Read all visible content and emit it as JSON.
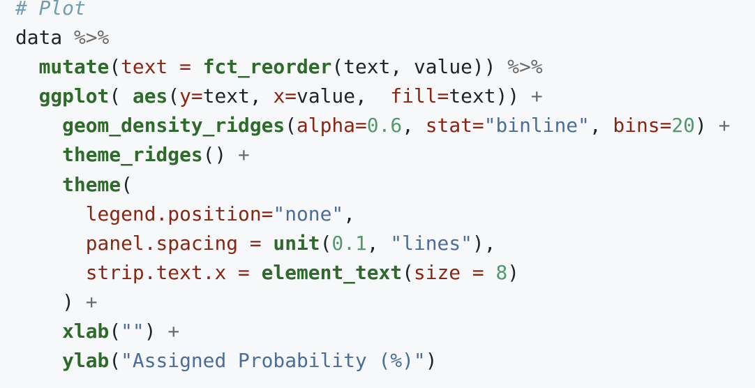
{
  "code": {
    "lines": [
      [
        [
          "com",
          "# Plot"
        ]
      ],
      [
        [
          "txt",
          "data "
        ],
        [
          "op",
          "%>%"
        ]
      ],
      [
        [
          "txt",
          "  "
        ],
        [
          "fn",
          "mutate"
        ],
        [
          "txt",
          "("
        ],
        [
          "arg",
          "text = "
        ],
        [
          "fn",
          "fct_reorder"
        ],
        [
          "txt",
          "(text, value)) "
        ],
        [
          "op",
          "%>%"
        ]
      ],
      [
        [
          "txt",
          "  "
        ],
        [
          "fn",
          "ggplot"
        ],
        [
          "txt",
          "( "
        ],
        [
          "fn",
          "aes"
        ],
        [
          "txt",
          "("
        ],
        [
          "arg",
          "y="
        ],
        [
          "txt",
          "text, "
        ],
        [
          "arg",
          "x="
        ],
        [
          "txt",
          "value,  "
        ],
        [
          "arg",
          "fill="
        ],
        [
          "txt",
          "text)) "
        ],
        [
          "op",
          "+"
        ]
      ],
      [
        [
          "txt",
          "    "
        ],
        [
          "fn",
          "geom_density_ridges"
        ],
        [
          "txt",
          "("
        ],
        [
          "arg",
          "alpha="
        ],
        [
          "num",
          "0.6"
        ],
        [
          "txt",
          ", "
        ],
        [
          "arg",
          "stat="
        ],
        [
          "str",
          "\"binline\""
        ],
        [
          "txt",
          ", "
        ],
        [
          "arg",
          "bins="
        ],
        [
          "num",
          "20"
        ],
        [
          "txt",
          ") "
        ],
        [
          "op",
          "+"
        ]
      ],
      [
        [
          "txt",
          "    "
        ],
        [
          "fn",
          "theme_ridges"
        ],
        [
          "txt",
          "() "
        ],
        [
          "op",
          "+"
        ]
      ],
      [
        [
          "txt",
          "    "
        ],
        [
          "fn",
          "theme"
        ],
        [
          "txt",
          "("
        ]
      ],
      [
        [
          "txt",
          "      "
        ],
        [
          "arg",
          "legend.position="
        ],
        [
          "str",
          "\"none\""
        ],
        [
          "txt",
          ","
        ]
      ],
      [
        [
          "txt",
          "      "
        ],
        [
          "arg",
          "panel.spacing = "
        ],
        [
          "fn",
          "unit"
        ],
        [
          "txt",
          "("
        ],
        [
          "num",
          "0.1"
        ],
        [
          "txt",
          ", "
        ],
        [
          "str",
          "\"lines\""
        ],
        [
          "txt",
          "),"
        ]
      ],
      [
        [
          "txt",
          "      "
        ],
        [
          "arg",
          "strip.text.x = "
        ],
        [
          "fn",
          "element_text"
        ],
        [
          "txt",
          "("
        ],
        [
          "arg",
          "size = "
        ],
        [
          "num",
          "8"
        ],
        [
          "txt",
          ")"
        ]
      ],
      [
        [
          "txt",
          "    ) "
        ],
        [
          "op",
          "+"
        ]
      ],
      [
        [
          "txt",
          "    "
        ],
        [
          "fn",
          "xlab"
        ],
        [
          "txt",
          "("
        ],
        [
          "str",
          "\"\""
        ],
        [
          "txt",
          ") "
        ],
        [
          "op",
          "+"
        ]
      ],
      [
        [
          "txt",
          "    "
        ],
        [
          "fn",
          "ylab"
        ],
        [
          "txt",
          "("
        ],
        [
          "str",
          "\"Assigned Probability (%)\""
        ],
        [
          "txt",
          ")"
        ]
      ]
    ]
  }
}
